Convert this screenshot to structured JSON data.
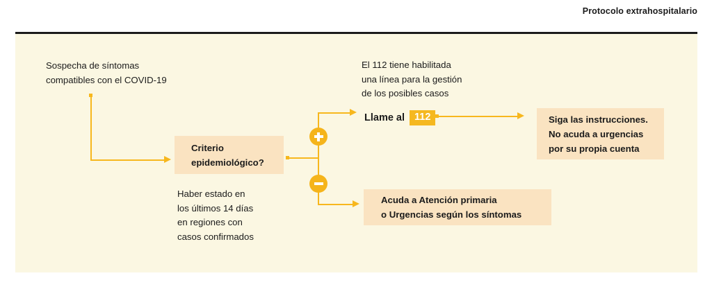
{
  "header": {
    "title": "Protocolo extrahospitalario"
  },
  "colors": {
    "page_background": "#ffffff",
    "panel_background": "#fbf7e2",
    "panel_rule": "#1b1b1b",
    "box_fill": "#fae3c1",
    "connector": "#f7b71d",
    "node_fill": "#f5b41b",
    "badge_fill": "#f5b820",
    "badge_text": "#ffffff",
    "text": "#1b1b1b"
  },
  "diagram": {
    "type": "flowchart",
    "start": {
      "label": "Sospecha de síntomas\ncompatibles con el COVID-19"
    },
    "decision": {
      "label": "Criterio\nepidemiológico?",
      "note": "Haber estado en\nlos últimos 14 días\nen regiones con\ncasos confirmados"
    },
    "branches": [
      {
        "sign": "+",
        "sign_name": "plus",
        "target": "call-112"
      },
      {
        "sign": "−",
        "sign_name": "minus",
        "target": "primary-care"
      }
    ],
    "call_112": {
      "note": "El 112 tiene habilitada\nuna línea para la gestión\nde los posibles casos",
      "prefix": "Llame al",
      "number": "112"
    },
    "instructions": {
      "label": "Siga las instrucciones.\nNo acuda a urgencias\npor su propia cuenta"
    },
    "primary_care": {
      "label": "Acuda a Atención primaria\no Urgencias según los síntomas"
    }
  }
}
